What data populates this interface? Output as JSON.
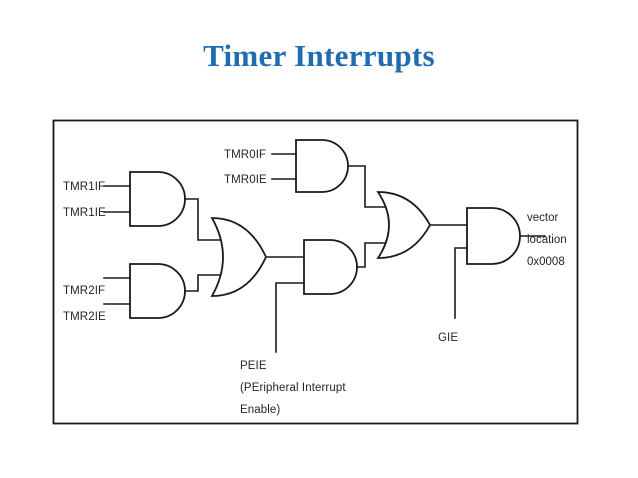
{
  "slide": {
    "title": "Timer Interrupts",
    "title_color": "#1f6cb0",
    "background": "#ffffff"
  },
  "diagram": {
    "name": "pic-interrupt-logic-diagram",
    "border_color": "#1a1a1a",
    "line_color": "#1a1a1a",
    "inputs": {
      "tmr1if": "TMR1IF",
      "tmr1ie": "TMR1IE",
      "tmr2if": "TMR2IF",
      "tmr2ie": "TMR2IE",
      "tmr0if": "TMR0IF",
      "tmr0ie": "TMR0IE",
      "peie": "PEIE",
      "peie_expansion_line1": "(PEripheral Interrupt",
      "peie_expansion_line2": "Enable)",
      "gie": "GIE"
    },
    "output": {
      "line1": "vector",
      "line2": "location",
      "line3": "0x0008"
    },
    "gates": [
      {
        "id": "and-tmr1",
        "type": "AND",
        "inputs": [
          "TMR1IF",
          "TMR1IE"
        ]
      },
      {
        "id": "and-tmr2",
        "type": "AND",
        "inputs": [
          "TMR2IF",
          "TMR2IE"
        ]
      },
      {
        "id": "or-peripheral",
        "type": "OR",
        "inputs": [
          "and-tmr1",
          "and-tmr2"
        ]
      },
      {
        "id": "and-tmr0",
        "type": "AND",
        "inputs": [
          "TMR0IF",
          "TMR0IE"
        ]
      },
      {
        "id": "and-peie",
        "type": "AND",
        "inputs": [
          "or-peripheral",
          "PEIE"
        ]
      },
      {
        "id": "or-global",
        "type": "OR",
        "inputs": [
          "and-tmr0",
          "and-peie"
        ]
      },
      {
        "id": "and-gie",
        "type": "AND",
        "inputs": [
          "or-global",
          "GIE"
        ]
      }
    ]
  }
}
